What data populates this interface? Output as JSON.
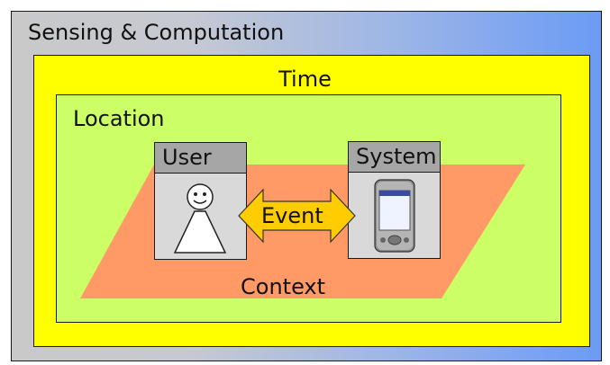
{
  "diagram": {
    "outer_label": "Sensing & Computation",
    "time_label": "Time",
    "location_label": "Location",
    "context_label": "Context",
    "user_label": "User",
    "system_label": "System",
    "event_label": "Event"
  },
  "colors": {
    "outer_gradient": [
      "#c9c9c9",
      "#6b9bf5"
    ],
    "time": "#ffff00",
    "location": "#ccff66",
    "context": "#ff9966",
    "card_body": "#d9d9d9",
    "card_header": "#a6a6a6",
    "event_arrow": "#ffcc00"
  },
  "icons": [
    "user-figure-icon",
    "pda-device-icon",
    "double-arrow-icon"
  ]
}
